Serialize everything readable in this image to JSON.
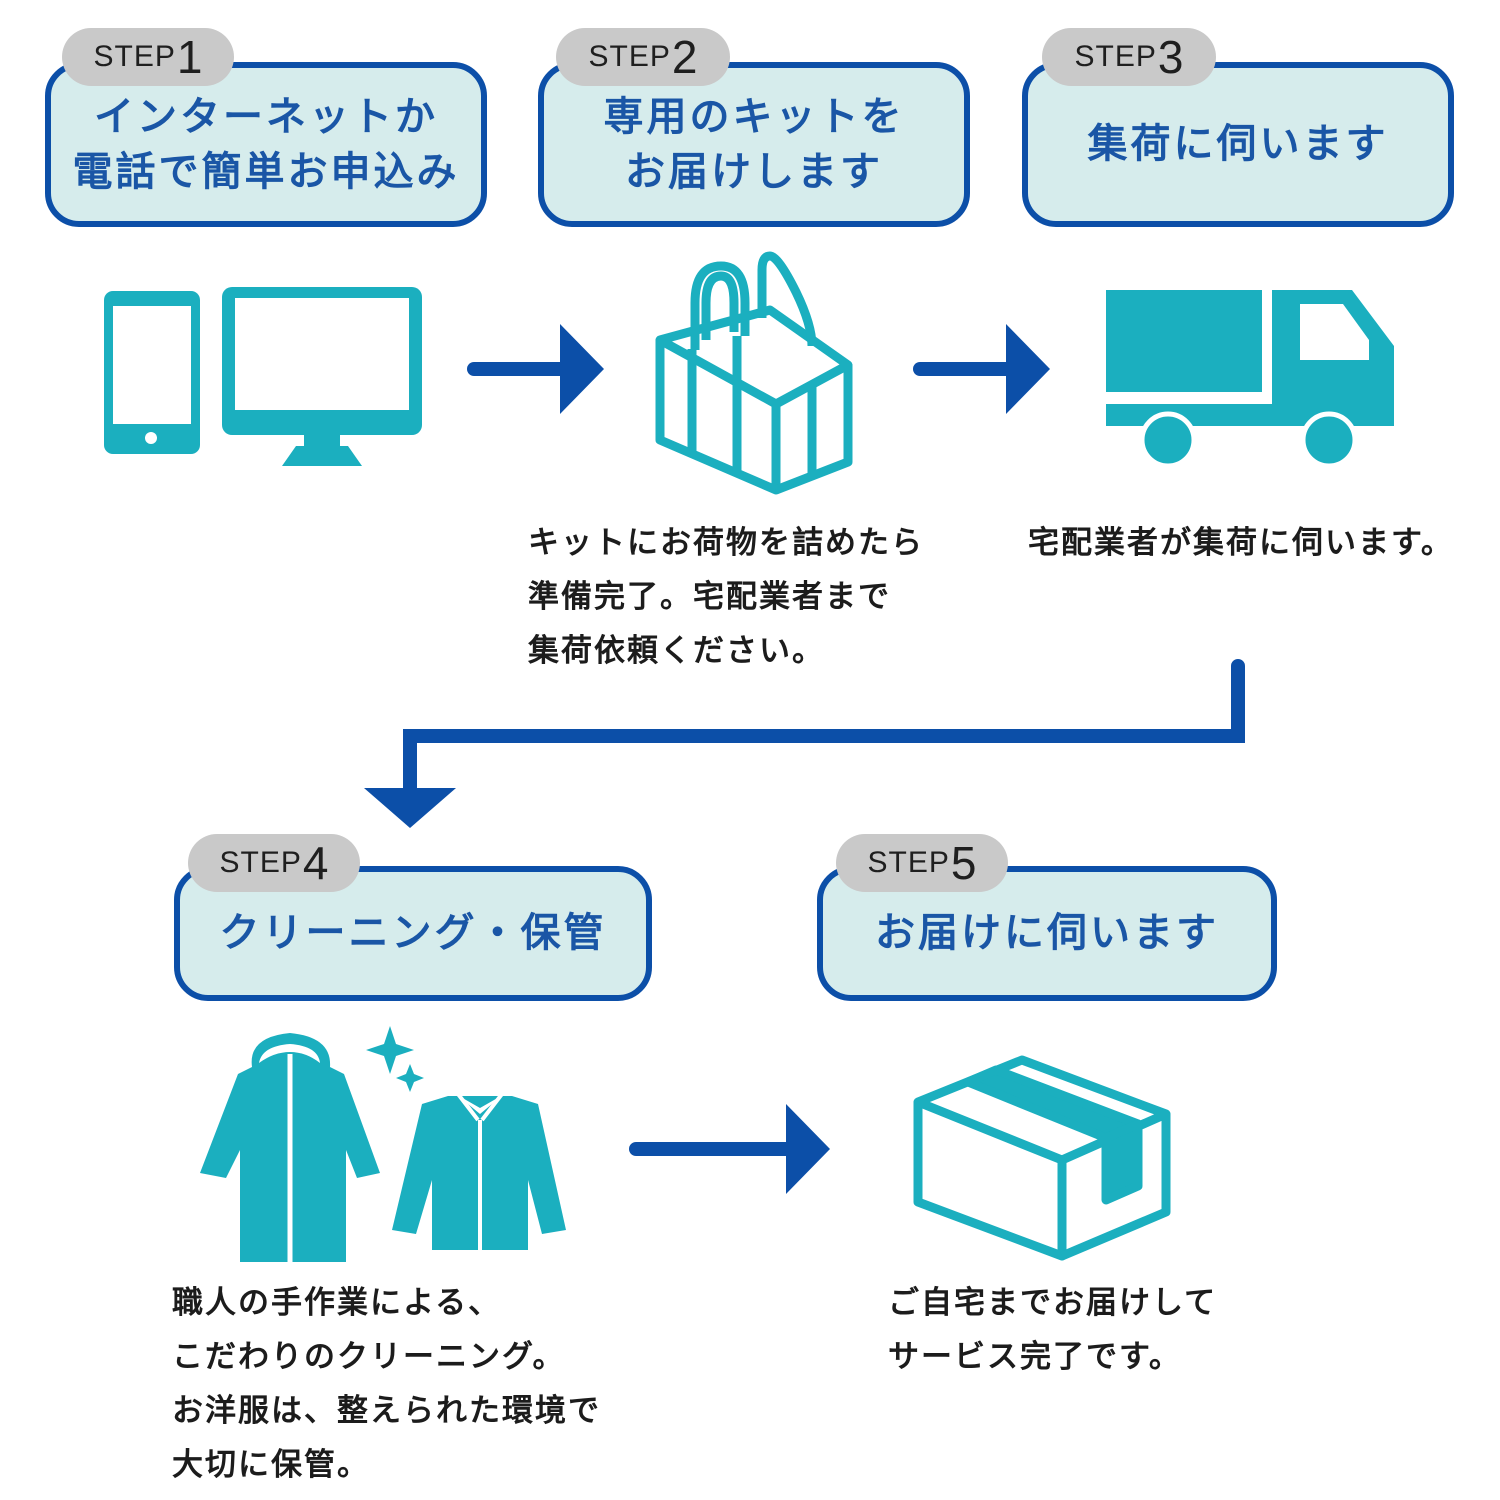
{
  "colors": {
    "box_border": "#0c4fa8",
    "box_fill": "#d6ecec",
    "tab_fill": "#c9c9c9",
    "icon": "#1bafbf",
    "arrow": "#0c4fa8",
    "title_text": "#1a56a6"
  },
  "steps": [
    {
      "word": "STEP",
      "num": "1",
      "title_lines": [
        "インターネットか",
        "電話で簡単お申込み"
      ],
      "icon": "smartphone-and-monitor-icon"
    },
    {
      "word": "STEP",
      "num": "2",
      "title_lines": [
        "専用のキットを",
        "お届けします"
      ],
      "icon": "tote-bag-icon",
      "desc_lines": [
        "キットにお荷物を詰めたら",
        "準備完了。宅配業者まで",
        "集荷依頼ください。"
      ]
    },
    {
      "word": "STEP",
      "num": "3",
      "title_lines": [
        "集荷に伺います"
      ],
      "icon": "delivery-truck-icon",
      "desc_lines": [
        "宅配業者が集荷に伺います。"
      ]
    },
    {
      "word": "STEP",
      "num": "4",
      "title_lines": [
        "クリーニング・保管"
      ],
      "icon": "coat-and-shirt-icon",
      "desc_lines": [
        "職人の手作業による、",
        "こだわりのクリーニング。",
        "お洋服は、整えられた環境で",
        "大切に保管。"
      ]
    },
    {
      "word": "STEP",
      "num": "5",
      "title_lines": [
        "お届けに伺います"
      ],
      "icon": "cardboard-box-icon",
      "desc_lines": [
        "ご自宅までお届けして",
        "サービス完了です。"
      ]
    }
  ]
}
